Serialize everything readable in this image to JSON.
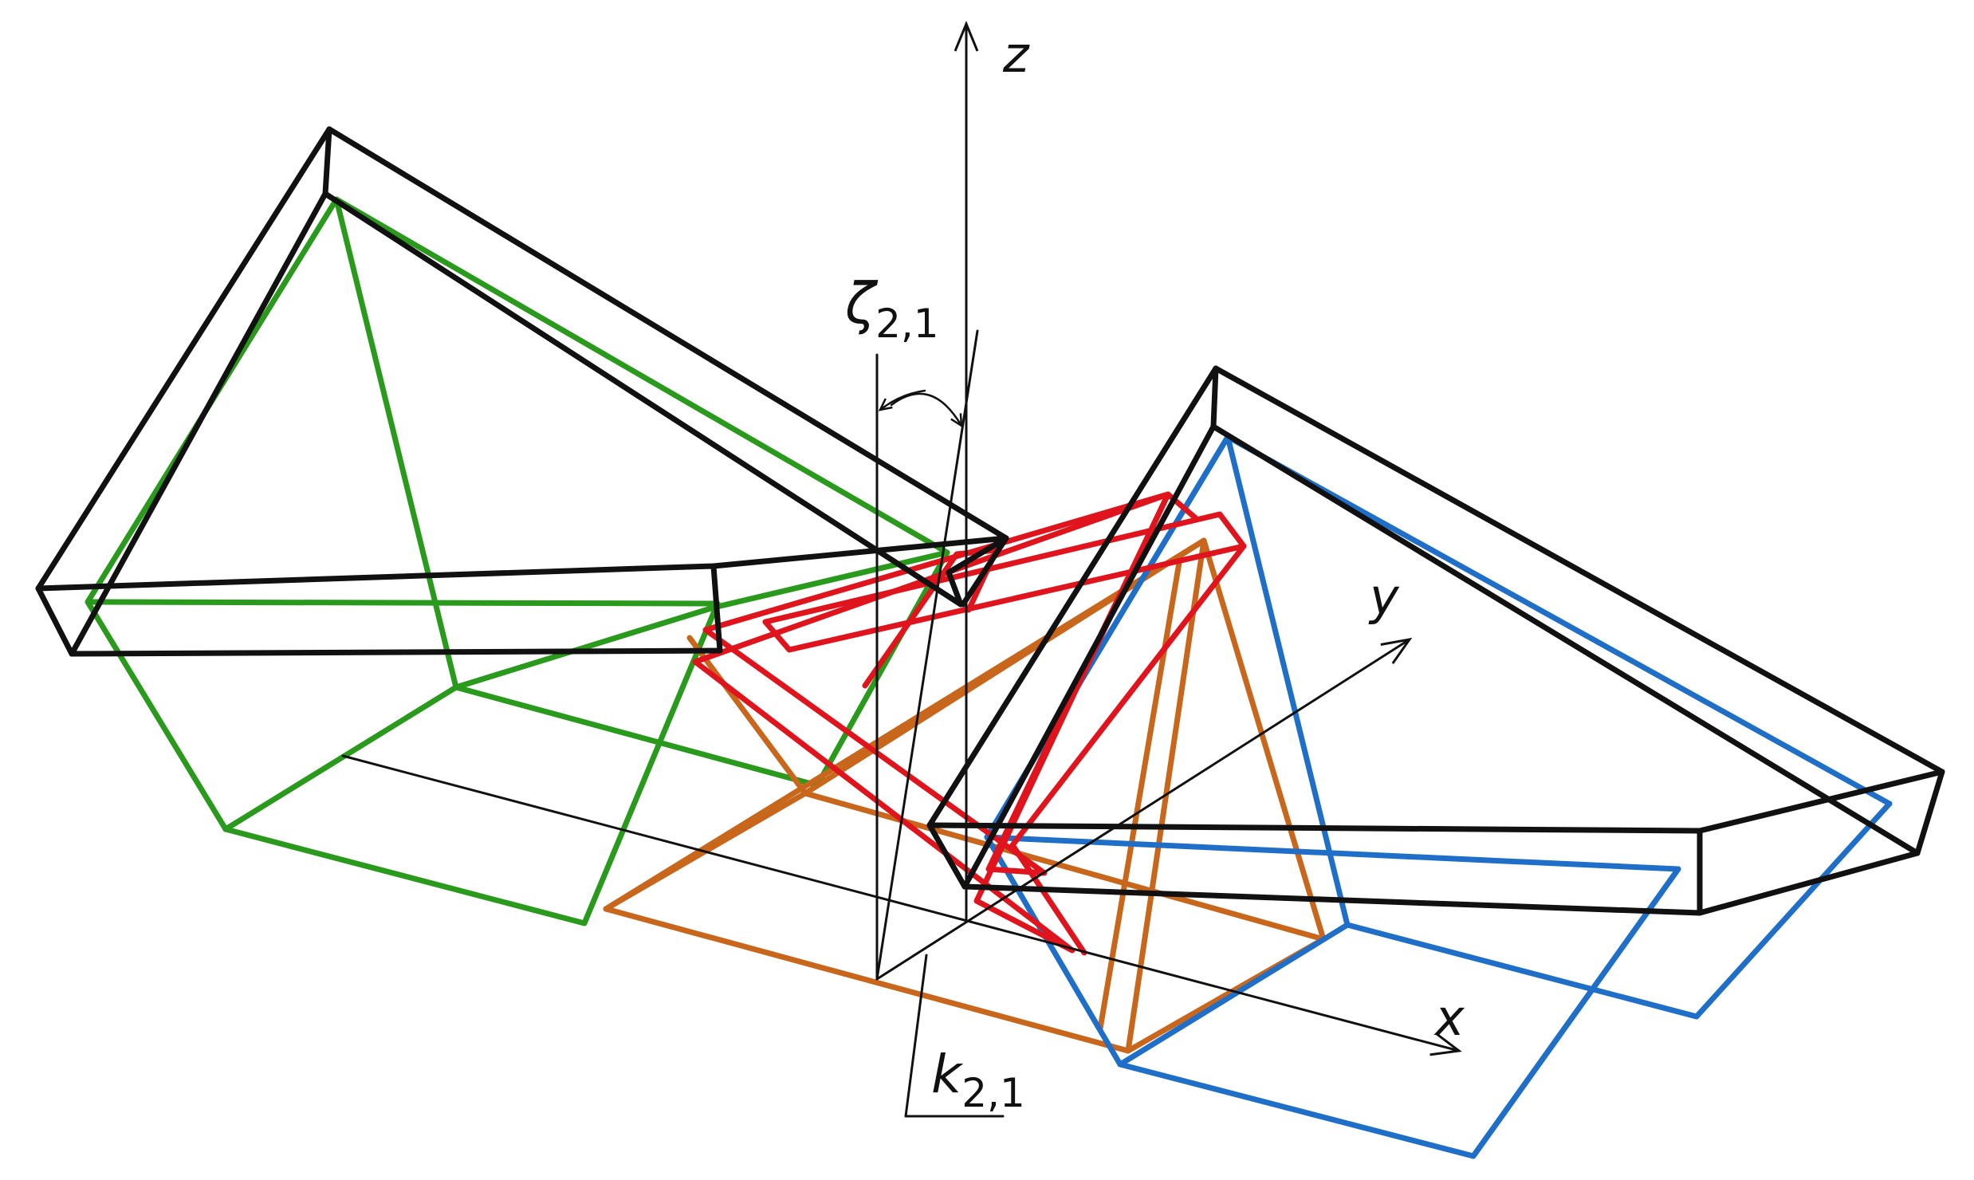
{
  "labels": {
    "z_axis": "z",
    "y_axis": "y",
    "x_axis": "x",
    "zeta_symbol": "ζ",
    "zeta_subscript": "2,1",
    "k_symbol": "k",
    "k_subscript": "2,1"
  },
  "colors": {
    "black": "#111111",
    "green": "#2a9a1c",
    "orange": "#c8671c",
    "red": "#e0141c",
    "blue": "#1f6fc8"
  }
}
